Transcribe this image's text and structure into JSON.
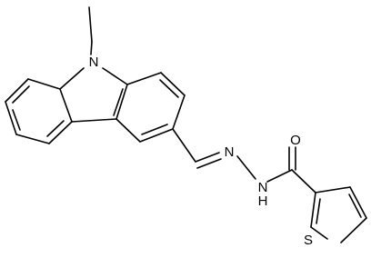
{
  "molecule": {
    "atoms": {
      "nitrogen_ring": "N",
      "nitrogen_imine": "N",
      "nitrogen_amide": "N",
      "hydrogen_amide": "H",
      "oxygen": "O",
      "sulfur": "S"
    }
  }
}
